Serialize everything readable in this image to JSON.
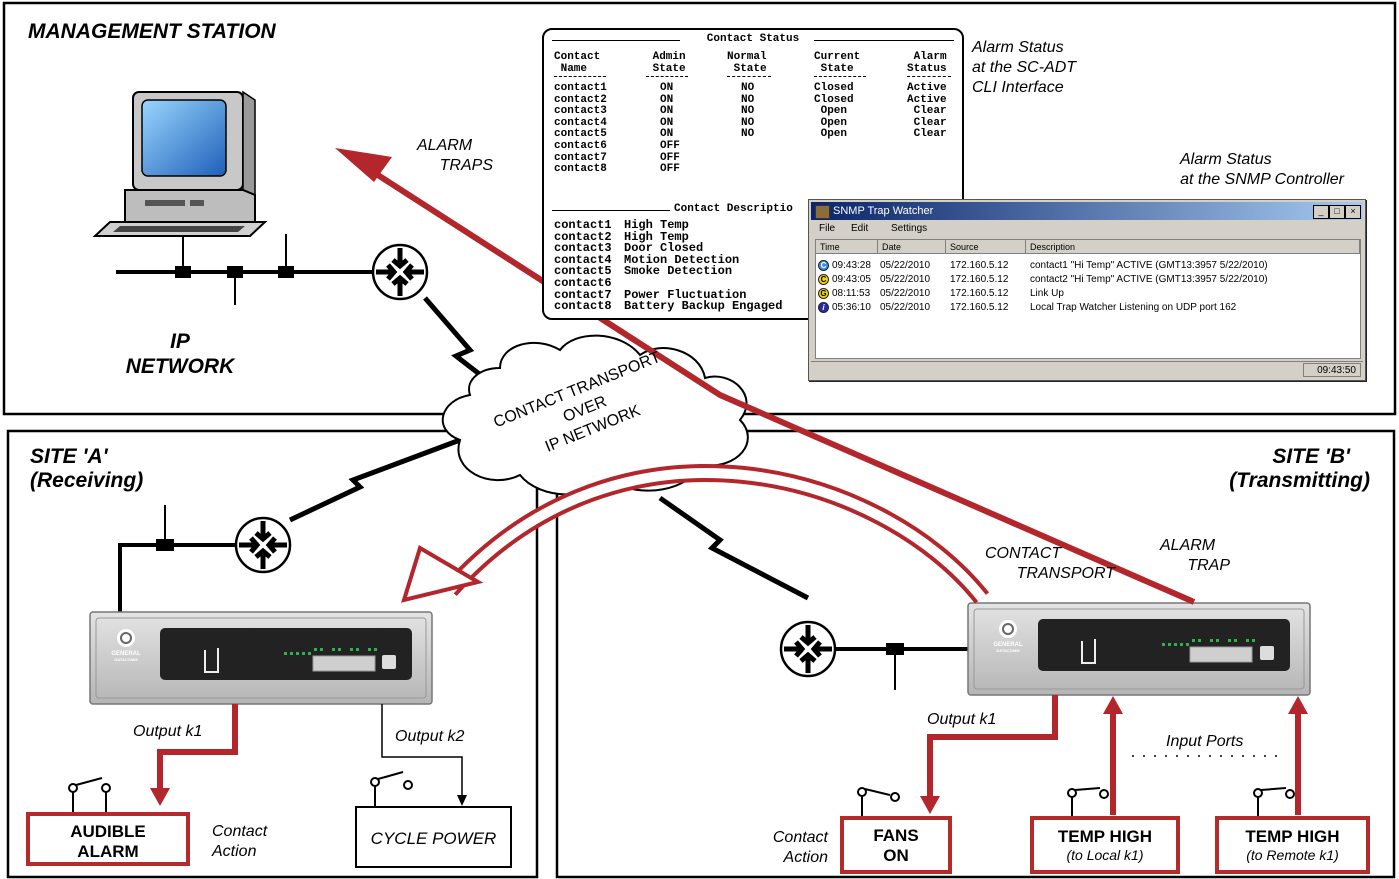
{
  "panels": {
    "management": {
      "title": "MANAGEMENT STATION",
      "network_line1": "IP",
      "network_line2": "NETWORK"
    },
    "site_a": {
      "title_line1": "SITE 'A'",
      "title_line2": "(Receiving)"
    },
    "site_b": {
      "title_line1": "SITE 'B'",
      "title_line2": "(Transmitting)"
    }
  },
  "labels": {
    "alarm_traps_1": "ALARM",
    "alarm_traps_2": "TRAPS",
    "cloud_1": "CONTACT TRANSPORT",
    "cloud_2": "OVER",
    "cloud_3": "IP NETWORK",
    "contact_transport_1": "CONTACT",
    "contact_transport_2": "TRANSPORT",
    "alarm_trap_1": "ALARM",
    "alarm_trap_2": "TRAP",
    "cli_caption_1": "Alarm Status",
    "cli_caption_2": "at the SC-ADT",
    "cli_caption_3": "CLI Interface",
    "snmp_caption_1": "Alarm Status",
    "snmp_caption_2": "at the SNMP Controller",
    "output_k1_a": "Output k1",
    "output_k2_a": "Output k2",
    "output_k1_b": "Output k1",
    "input_ports": "Input Ports",
    "contact_action_a_1": "Contact",
    "contact_action_a_2": "Action",
    "contact_action_b_1": "Contact",
    "contact_action_b_2": "Action"
  },
  "boxes": {
    "audible_1": "AUDIBLE",
    "audible_2": "ALARM",
    "cycle_power": "CYCLE POWER",
    "fans_1": "FANS",
    "fans_2": "ON",
    "temp_local_1": "TEMP HIGH",
    "temp_local_2": "(to Local k1)",
    "temp_remote_1": "TEMP HIGH",
    "temp_remote_2": "(to Remote k1)"
  },
  "device": {
    "brand_1": "GENERAL",
    "brand_2": "DATACOMM"
  },
  "cli": {
    "title": "Contact Status",
    "headers": {
      "name": "Contact\n Name",
      "admin": " Admin\n State",
      "normal": "Normal\n State",
      "current": "Current\n State",
      "alarm": " Alarm\nStatus"
    },
    "col_name": "contact1\ncontact2\ncontact3\ncontact4\ncontact5\ncontact6\ncontact7\ncontact8",
    "col_admin": "ON\nON\nON\nON\nON\nOFF\nOFF\nOFF",
    "col_normal": "NO\nNO\nNO\nNO\nNO",
    "col_current": "Closed\nClosed\n Open\n Open\n Open",
    "col_alarm": "Active\nActive\n Clear\n Clear\n Clear",
    "desc_title": "Contact Descriptio",
    "desc_names": "contact1\ncontact2\ncontact3\ncontact4\ncontact5\ncontact6\ncontact7\ncontact8",
    "desc_values": "High Temp\nHigh Temp\nDoor Closed\nMotion Detection\nSmoke Detection\n\nPower Fluctuation\nBattery Backup Engaged"
  },
  "trap_watcher": {
    "title": "SNMP Trap Watcher",
    "menu": [
      "File",
      "Edit",
      "Settings"
    ],
    "columns": [
      "Time",
      "Date",
      "Source",
      "Description"
    ],
    "rows": [
      {
        "icon": "C",
        "time": "09:43:28",
        "date": "05/22/2010",
        "source": "172.160.5.12",
        "desc": "contact1 \"Hi Temp\" ACTIVE (GMT13:3957 5/22/2010)"
      },
      {
        "icon": "C",
        "time": "09:43:05",
        "date": "05/22/2010",
        "source": "172.160.5.12",
        "desc": "contact2 \"Hi Temp\" ACTIVE (GMT13:3957 5/22/2010)"
      },
      {
        "icon": "G",
        "time": "08:11:53",
        "date": "05/22/2010",
        "source": "172.160.5.12",
        "desc": "Link Up"
      },
      {
        "icon": "i",
        "time": "05:36:10",
        "date": "05/22/2010",
        "source": "172.160.5.12",
        "desc": "Local Trap Watcher Listening on UDP port 162"
      }
    ],
    "clock": "09:43:50"
  },
  "colors": {
    "accent_red": "#b52a2a",
    "arrow_red": "#b3262b",
    "panel_border": "#000000"
  }
}
